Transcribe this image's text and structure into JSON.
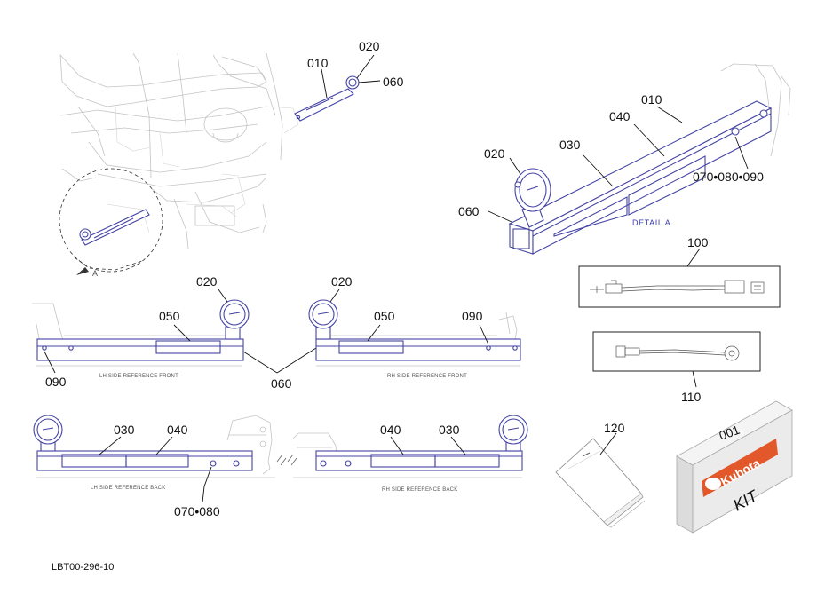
{
  "drawing_code": "LBT00-296-10",
  "detail_label": "DETAIL  A",
  "view_arrow_label": "A",
  "views": {
    "lh_front": "LH SIDE REFERENCE FRONT",
    "rh_front": "RH SIDE REFERENCE FRONT",
    "lh_back": "LH SIDE REFERENCE BACK",
    "rh_back": "RH SIDE REFERENCE BACK"
  },
  "callouts": {
    "c010_top": "010",
    "c020_top": "020",
    "c060_top": "060",
    "c010_detail": "010",
    "c040_detail": "040",
    "c030_detail": "030",
    "c020_detail": "020",
    "c060_detail": "060",
    "c070_detail": "070•080•090",
    "c100": "100",
    "c110": "110",
    "c120": "120",
    "c001": "001",
    "c020_lhf": "020",
    "c050_lhf": "050",
    "c090_lhf": "090",
    "c060_mid": "060",
    "c020_rhf": "020",
    "c050_rhf": "050",
    "c090_rhf": "090",
    "c030_lhb": "030",
    "c040_lhb": "040",
    "c070_lhb": "070•080",
    "c040_rhb": "040",
    "c030_rhb": "030"
  },
  "kit": {
    "brand": "Kubota",
    "label": "KIT"
  },
  "colors": {
    "part_line": "#4444a4",
    "ghost_line": "#c4c4c4",
    "kit_orange": "#e2582a"
  }
}
